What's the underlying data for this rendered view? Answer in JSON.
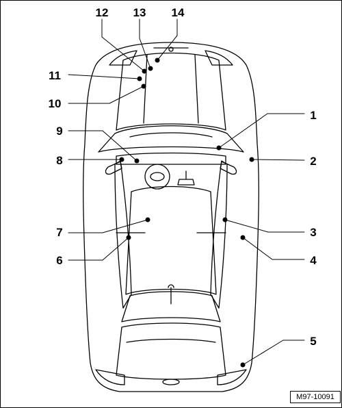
{
  "diagram": {
    "reference_code": "M97-10091",
    "callouts": [
      "1",
      "2",
      "3",
      "4",
      "5",
      "6",
      "7",
      "8",
      "9",
      "10",
      "11",
      "12",
      "13",
      "14"
    ]
  }
}
